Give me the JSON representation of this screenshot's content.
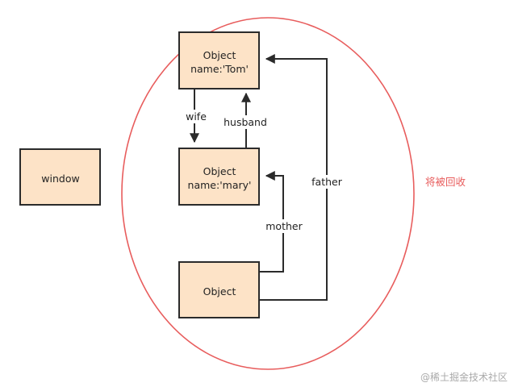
{
  "colors": {
    "node_fill": "#fde3c7",
    "node_border": "#2b2b2b",
    "arrow": "#2b2b2b",
    "boundary": "#e85d5d",
    "annotation": "#e85d5d",
    "watermark": "#a9a9a9"
  },
  "nodes": {
    "tom": {
      "lines": [
        "Object",
        "name:'Tom'"
      ]
    },
    "mary": {
      "lines": [
        "Object",
        "name:'mary'"
      ]
    },
    "object": {
      "lines": [
        "Object"
      ]
    },
    "window": {
      "lines": [
        "window"
      ]
    }
  },
  "edges": {
    "wife": {
      "label": "wife"
    },
    "husband": {
      "label": "husband"
    },
    "mother": {
      "label": "mother"
    },
    "father": {
      "label": "father"
    }
  },
  "boundary": {
    "label": "将被回收"
  },
  "watermark": {
    "text": "@稀土掘金技术社区"
  }
}
